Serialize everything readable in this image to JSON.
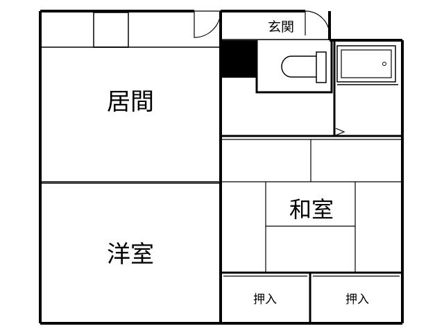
{
  "rooms": {
    "living": "居間",
    "western": "洋室",
    "japanese": "和室",
    "entrance": "玄関",
    "closet_left": "押入",
    "closet_right": "押入"
  }
}
